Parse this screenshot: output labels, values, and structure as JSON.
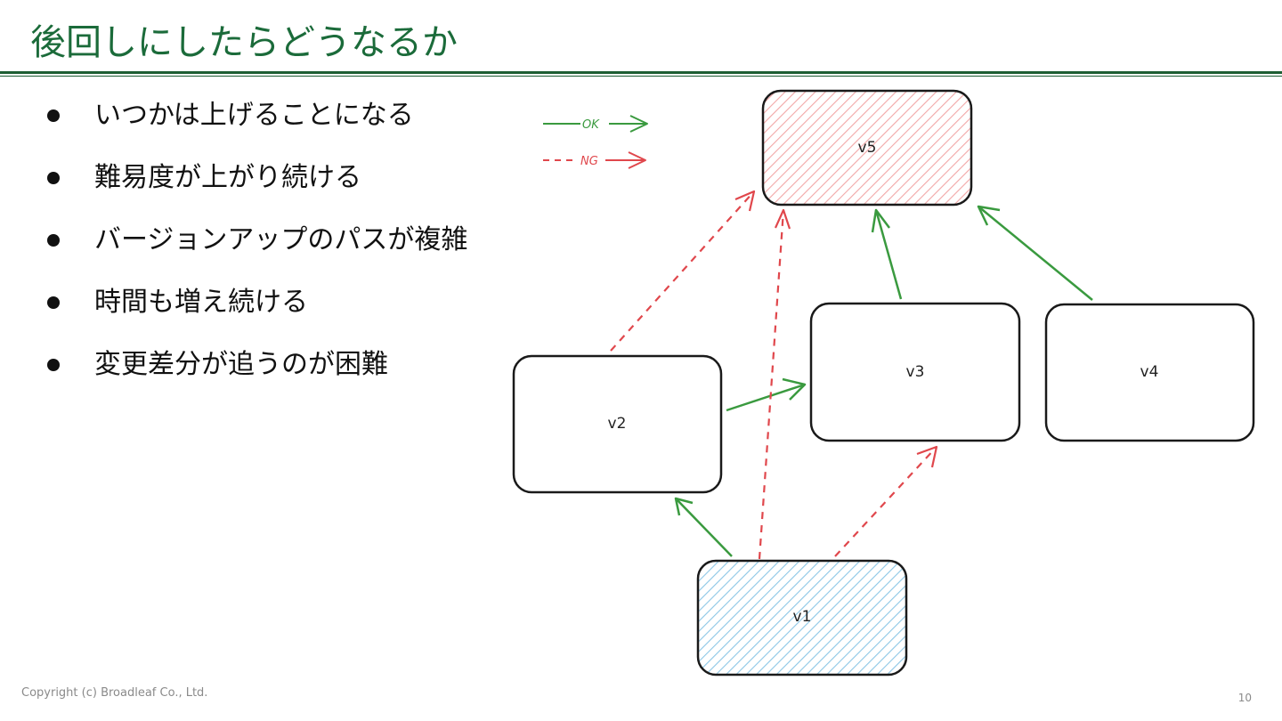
{
  "slide": {
    "title": "後回しにしたらどうなるか",
    "accent_color": "#1b6b3a",
    "page_number": "10",
    "copyright": "Copyright (c) Broadleaf Co., Ltd."
  },
  "bullets": [
    "いつかは上げることになる",
    "難易度が上がり続ける",
    "バージョンアップのパスが複雑",
    "時間も増え続ける",
    "変更差分が追うのが困難"
  ],
  "diagram": {
    "legend": [
      {
        "label": "OK",
        "style": "solid",
        "color": "#3a9a3f"
      },
      {
        "label": "NG",
        "style": "dashed",
        "color": "#e0474c"
      }
    ],
    "nodes": [
      {
        "id": "v1",
        "label": "v1",
        "fill": "hatched-blue"
      },
      {
        "id": "v2",
        "label": "v2",
        "fill": "none"
      },
      {
        "id": "v3",
        "label": "v3",
        "fill": "none"
      },
      {
        "id": "v4",
        "label": "v4",
        "fill": "none"
      },
      {
        "id": "v5",
        "label": "v5",
        "fill": "hatched-red"
      }
    ],
    "edges": [
      {
        "from": "v1",
        "to": "v2",
        "type": "OK"
      },
      {
        "from": "v2",
        "to": "v3",
        "type": "OK"
      },
      {
        "from": "v3",
        "to": "v5",
        "type": "OK"
      },
      {
        "from": "v4",
        "to": "v5",
        "type": "OK"
      },
      {
        "from": "v1",
        "to": "v3",
        "type": "NG"
      },
      {
        "from": "v1",
        "to": "v5",
        "type": "NG"
      },
      {
        "from": "v2",
        "to": "v5",
        "type": "NG"
      }
    ],
    "colors": {
      "ok": "#3a9a3f",
      "ng": "#e0474c",
      "v1_hatch": "#8cc7e6",
      "v5_hatch": "#f2a7a7",
      "border": "#1a1a1a"
    }
  }
}
